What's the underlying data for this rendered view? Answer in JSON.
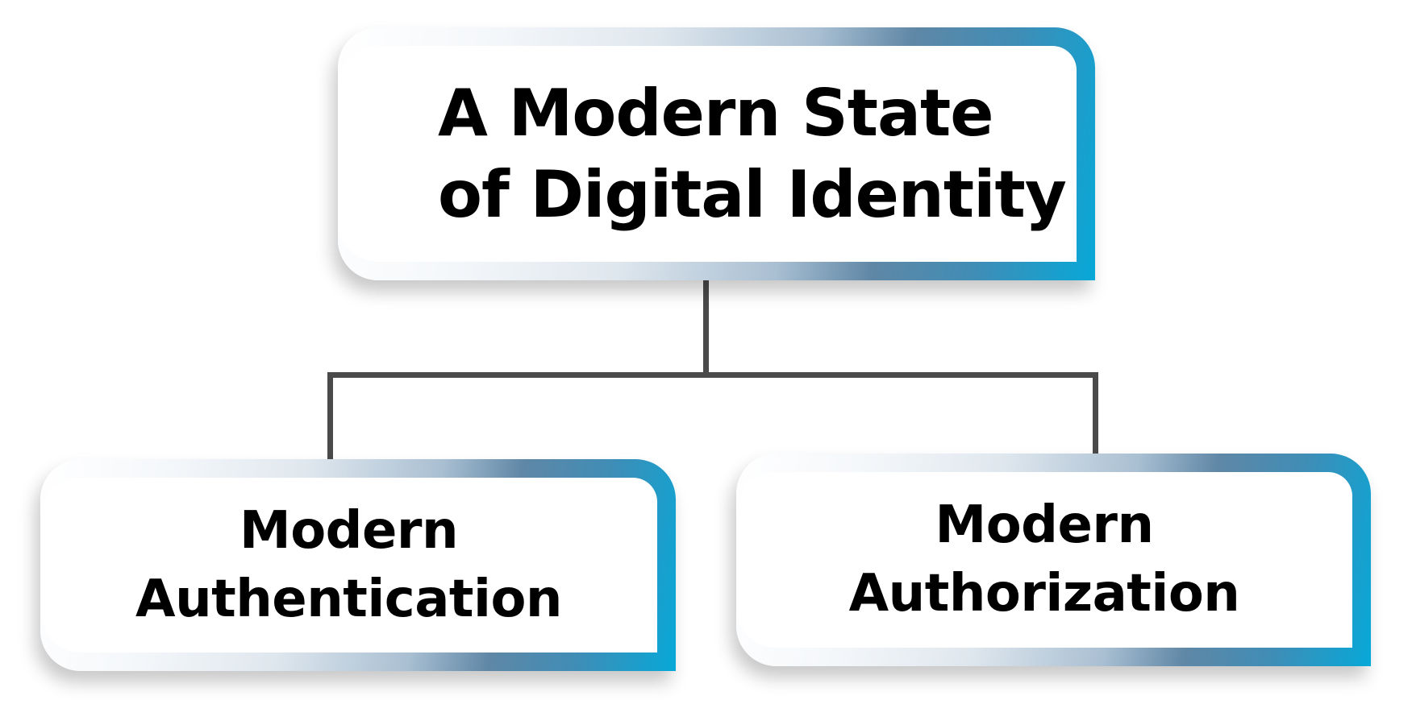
{
  "diagram": {
    "type": "hierarchy",
    "root": {
      "label_line1": "A Modern State",
      "label_line2": "of Digital Identity"
    },
    "children": [
      {
        "label_line1": "Modern",
        "label_line2": "Authentication"
      },
      {
        "label_line1": "Modern",
        "label_line2": "Authorization"
      }
    ],
    "colors": {
      "border_gradient_start": "#ffffff",
      "border_gradient_mid": "#5f87a6",
      "border_gradient_end": "#07a8d8",
      "connector": "#4a4a4a",
      "text": "#000000",
      "background": "#ffffff"
    }
  }
}
